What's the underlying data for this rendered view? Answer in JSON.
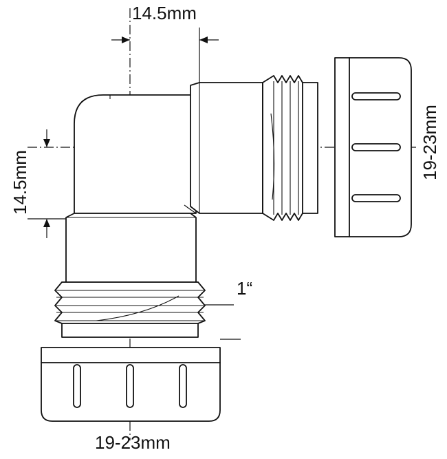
{
  "dimensions": {
    "offset_horizontal": "14.5mm",
    "offset_vertical": "14.5mm",
    "pipe_range_side": "19-23mm",
    "pipe_range_bottom": "19-23mm",
    "thread_size": "1“"
  },
  "colors": {
    "line": "#111111",
    "background": "#ffffff"
  }
}
